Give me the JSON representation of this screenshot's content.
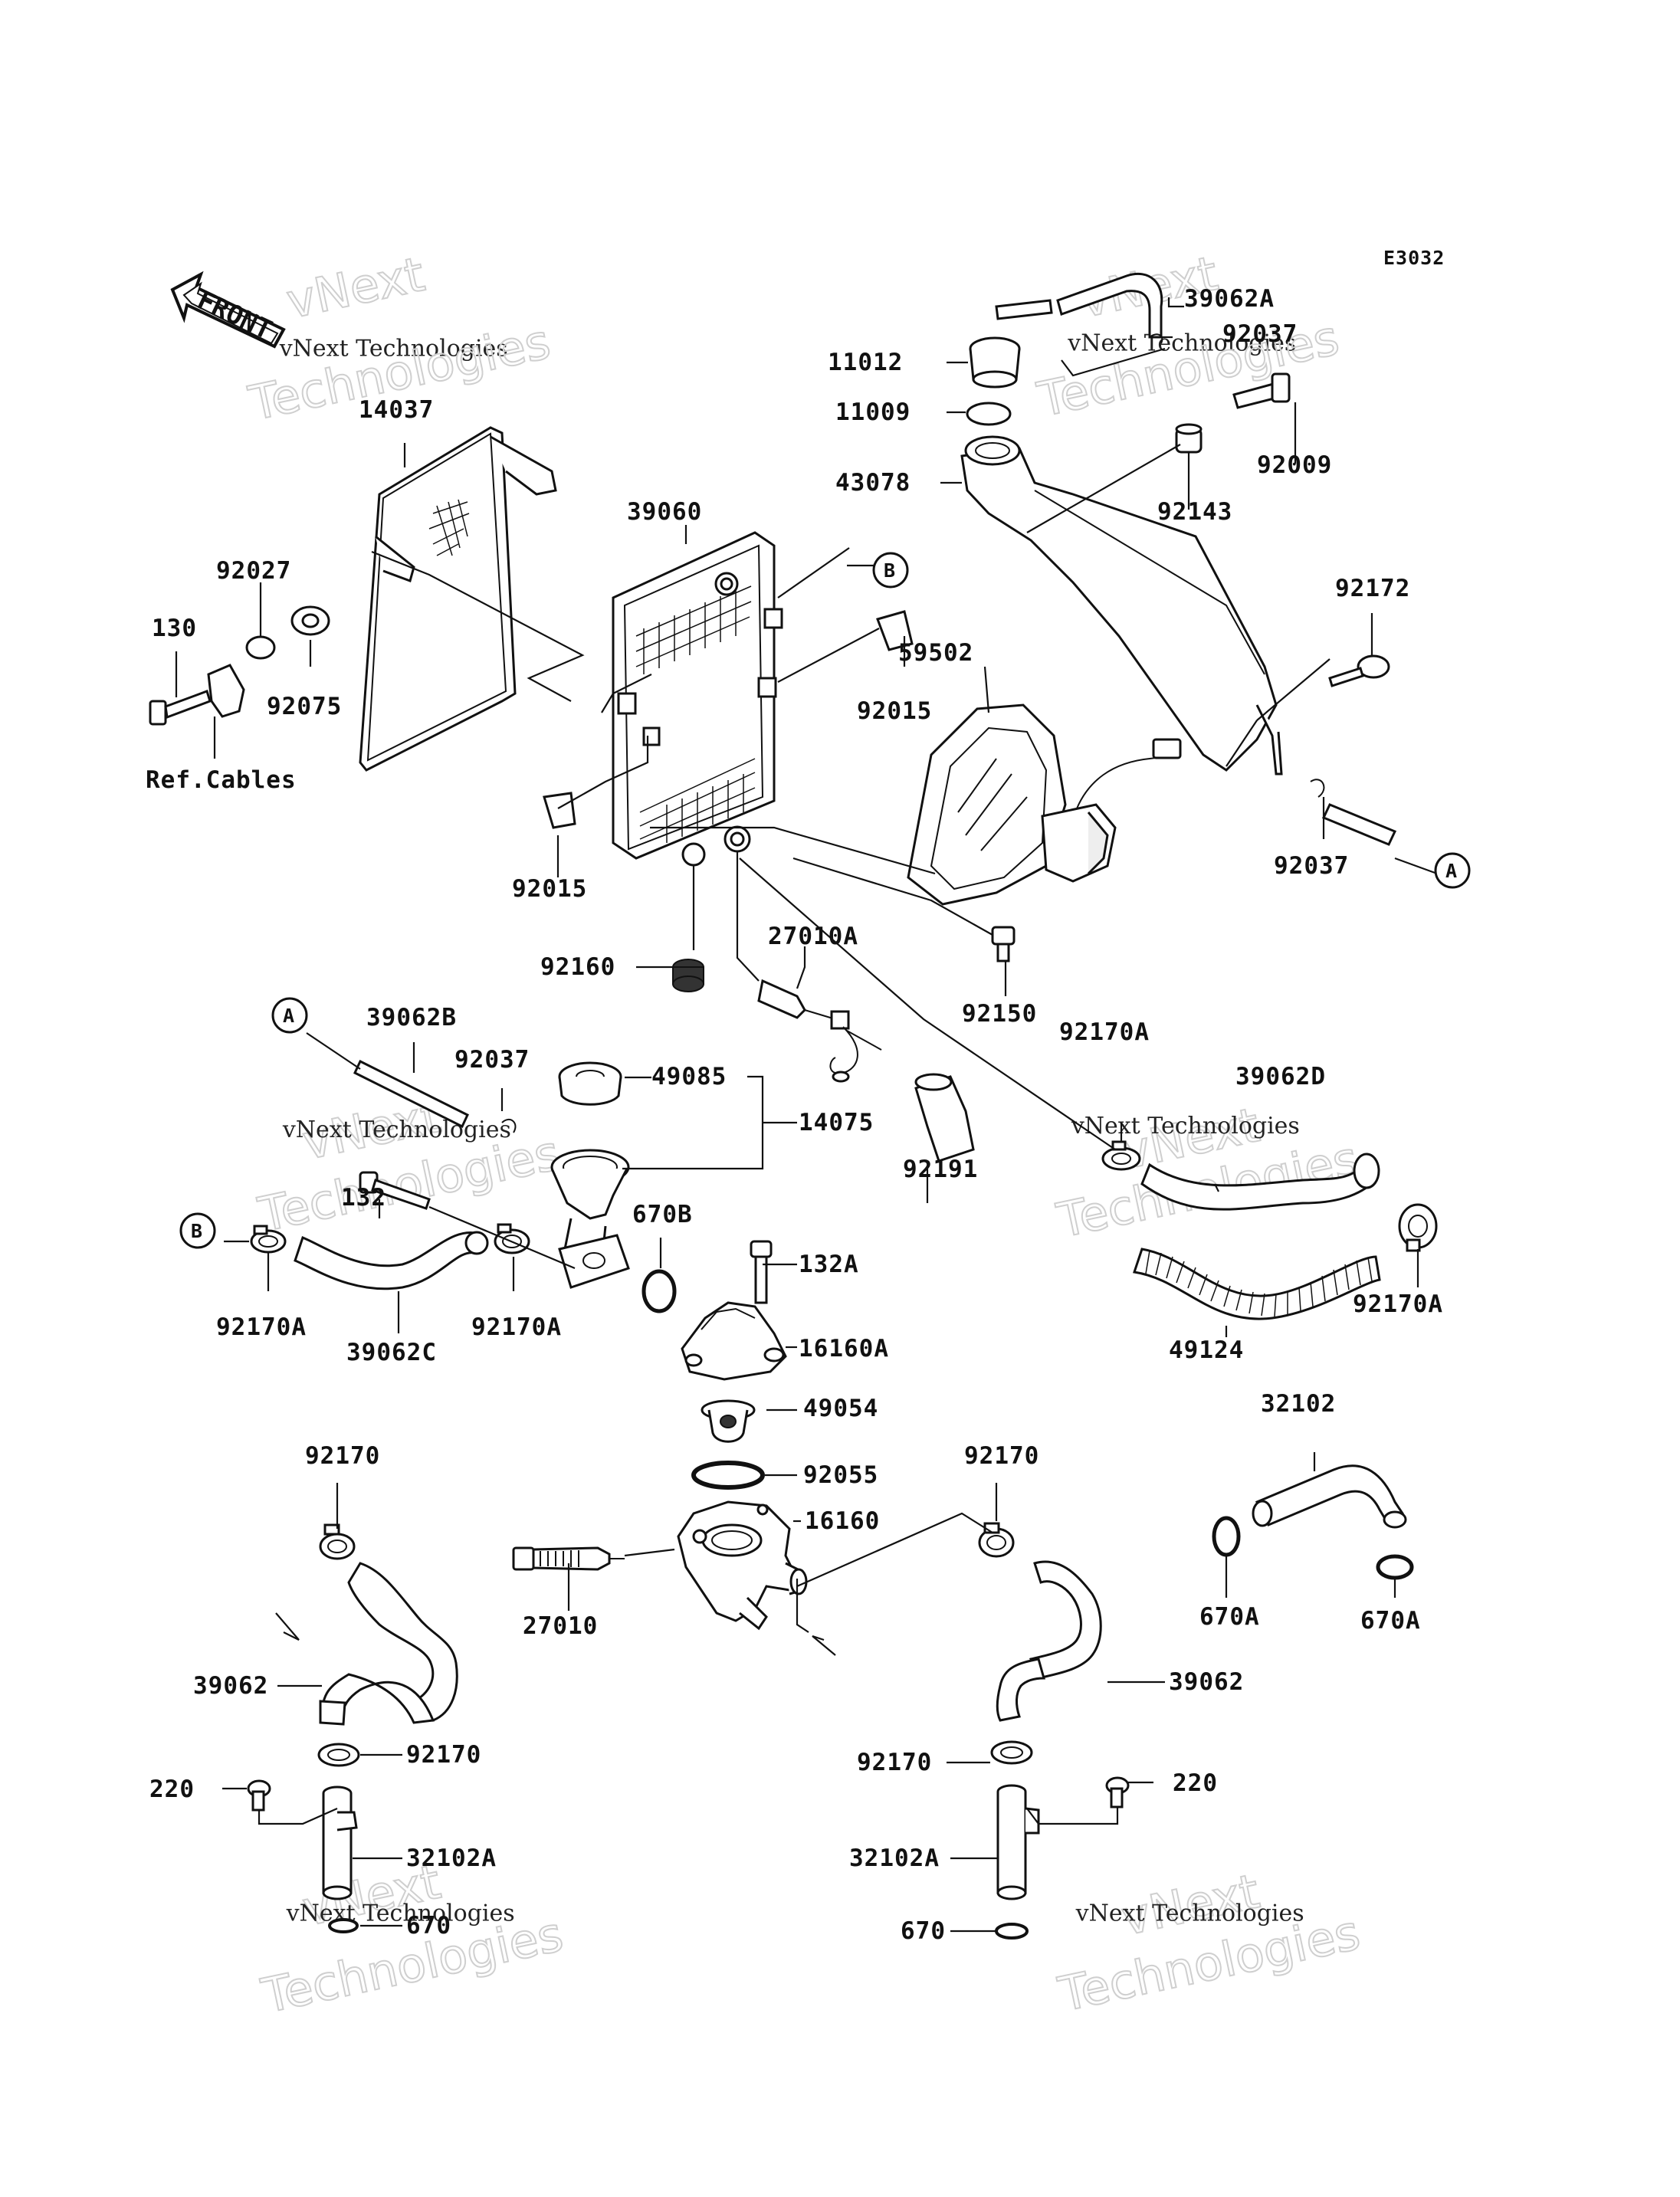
{
  "diagram": {
    "code": "E3032",
    "front_label": "FRONT",
    "ref_cables": "Ref.Cables",
    "callouts": {
      "A": "A",
      "B": "B"
    },
    "watermark": {
      "line1": "vNext",
      "line2": "vNext Technologies",
      "line3": "Technologies"
    },
    "parts": {
      "p39062A": "39062A",
      "p92037_top": "92037",
      "p11012": "11012",
      "p11009": "11009",
      "p92009": "92009",
      "p43078": "43078",
      "p92143": "92143",
      "p14037": "14037",
      "p39060": "39060",
      "p92027": "92027",
      "p130": "130",
      "p92075": "92075",
      "p92015_right": "92015",
      "p92172": "92172",
      "p59502": "59502",
      "p92037_right": "92037",
      "p92015_left": "92015",
      "p92160": "92160",
      "p27010A": "27010A",
      "p92150": "92150",
      "p39062B": "39062B",
      "p92037_mid": "92037",
      "p49085": "49085",
      "p14075": "14075",
      "p132": "132",
      "p92191": "92191",
      "p92170A_mid": "92170A",
      "p39062D": "39062D",
      "p670B": "670B",
      "p132A": "132A",
      "p92170A_left": "92170A",
      "p39062C": "39062C",
      "p92170A_center": "92170A",
      "p16160A": "16160A",
      "p92170A_right": "92170A",
      "p49124": "49124",
      "p49054": "49054",
      "p32102": "32102",
      "p92170_left": "92170",
      "p92055": "92055",
      "p92170_right": "92170",
      "p16160": "16160",
      "p27010": "27010",
      "p670A_left": "670A",
      "p670A_right": "670A",
      "p39062_left": "39062",
      "p39062_right": "39062",
      "p92170_lower_left": "92170",
      "p220_left": "220",
      "p32102A_left": "32102A",
      "p670_left": "670",
      "p92170_lower_right": "92170",
      "p220_right": "220",
      "p32102A_right": "32102A",
      "p670_right": "670"
    }
  }
}
